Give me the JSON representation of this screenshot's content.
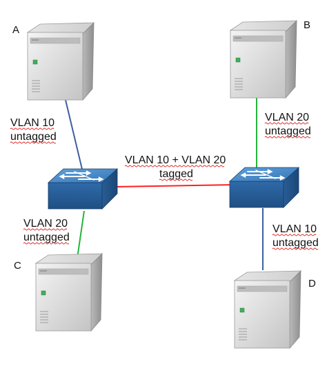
{
  "colors": {
    "vlan10": "#3a5f9f",
    "vlan20": "#22b43c",
    "trunk": "#ff1f1f",
    "switch_top": "#4a8cc8",
    "switch_side": "#2c5f9a",
    "server_body": "#d6d6d6"
  },
  "icons": {
    "server": "server-tower-icon",
    "switch": "network-switch-icon"
  },
  "nodes": {
    "a": "A",
    "b": "B",
    "c": "C",
    "d": "D"
  },
  "labels": {
    "a_vlan": "VLAN 10",
    "a_mode": "untagged",
    "b_vlan": "VLAN 20",
    "b_mode": "untagged",
    "c_vlan": "VLAN 20",
    "c_mode": "untagged",
    "d_vlan": "VLAN 10",
    "d_mode": "untagged",
    "trunk_vlan": "VLAN 10 + VLAN 20",
    "trunk_mode": "tagged"
  }
}
